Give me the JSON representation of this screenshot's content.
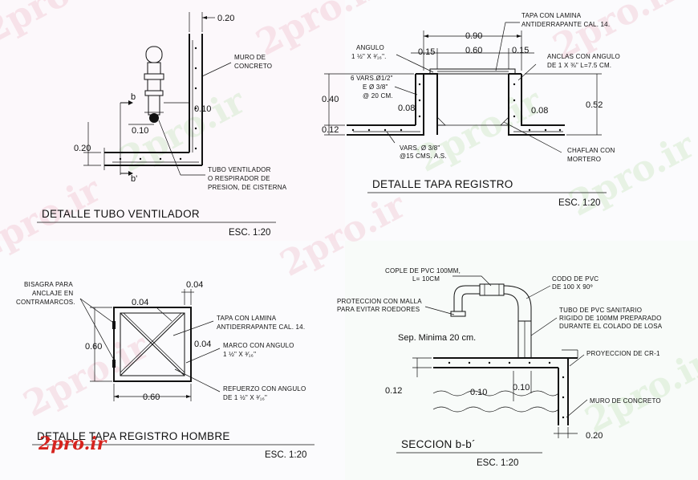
{
  "watermarks": [
    "2pro.ir",
    "2pro.ir",
    "2pro.ir",
    "2pro.ir",
    "2pro.ir",
    "2pro.ir",
    "2pro.ir",
    "2pro.ir",
    "2pro.ir",
    "2pro.ir"
  ],
  "logo": "2pro.ir",
  "panel_ventilador": {
    "title": "DETALLE TUBO VENTILADOR",
    "scale": "ESC. 1:20",
    "dim_020_top": "0.20",
    "dim_010_a": "0.10",
    "dim_010_b": "0.10",
    "dim_020_left": "0.20",
    "cut_b": "b",
    "cut_b_prime": "b'",
    "label_muro": [
      "MURO DE",
      "CONCRETO"
    ],
    "label_tubo": [
      "TUBO VENTILADOR",
      "O RESPIRADOR DE",
      "PRESION, DE CISTERNA"
    ]
  },
  "panel_registro": {
    "title": "DETALLE TAPA REGISTRO",
    "scale": "ESC. 1:20",
    "dim_090": "0.90",
    "dim_060": "0.60",
    "dim_015_left": "0.15",
    "dim_015_right": "0.15",
    "dim_040": "0.40",
    "dim_012": "0.12",
    "dim_052": "0.52",
    "dim_008_left": "0.08",
    "dim_008_right": "0.08",
    "label_tapa": [
      "TAPA CON LAMINA",
      "ANTIDERRAPANTE CAL. 14."
    ],
    "label_angulo": [
      "ANGULO",
      "1 ½\" X ³⁄₁₆\"."
    ],
    "label_anclas": [
      "ANCLAS CON ANGULO",
      "DE 1 X ⅜\" L=7.5 CM."
    ],
    "label_vars1": [
      "6 VARS.Ø1/2\"",
      "E Ø 3/8\"",
      "@ 20 CM."
    ],
    "label_vars2": [
      "VARS. Ø 3/8\"",
      "@15 CMS. A.S."
    ],
    "label_chaflan": [
      "CHAFLAN CON",
      "MORTERO"
    ]
  },
  "panel_hombre": {
    "title": "DETALLE TAPA REGISTRO HOMBRE",
    "scale": "ESC. 1:20",
    "dim_004_top": "0.04",
    "dim_004_mid": "0.04",
    "dim_004_right": "0.04",
    "dim_060_left": "0.60",
    "dim_060_bottom": "0.60",
    "label_bisagra": [
      "BISAGRA PARA",
      "ANCLAJE EN",
      "CONTRAMARCOS."
    ],
    "label_tapa": [
      "TAPA CON LAMINA",
      "ANTIDERRAPANTE CAL. 14."
    ],
    "label_marco": [
      "MARCO CON ANGULO",
      "1 ½\" X ³⁄₁₆\""
    ],
    "label_refuerzo": [
      "REFUERZO CON ANGULO",
      "DE 1 ½\" X ³⁄₁₆\""
    ]
  },
  "panel_seccion": {
    "title": "SECCION b-b´",
    "scale": "ESC. 1:20",
    "dim_012": "0.12",
    "dim_010_a": "0.10",
    "dim_010_b": "0.10",
    "dim_020": "0.20",
    "sep_label": "Sep. Minima 20 cm.",
    "label_cople": [
      "COPLE DE PVC 100MM,",
      "L= 10CM"
    ],
    "label_codo": [
      "CODO DE PVC",
      "DE 100 X 90º"
    ],
    "label_proteccion": [
      "PROTECCION CON MALLA",
      "PARA EVITAR ROEDORES"
    ],
    "label_tubo": [
      "TUBO DE PVC SANITARIO",
      "RIGIDO DE 100MM PREPARADO",
      "DURANTE EL COLADO DE LOSA"
    ],
    "label_proyeccion": "PROYECCION DE CR-1",
    "label_muro": "MURO DE CONCRETO"
  }
}
